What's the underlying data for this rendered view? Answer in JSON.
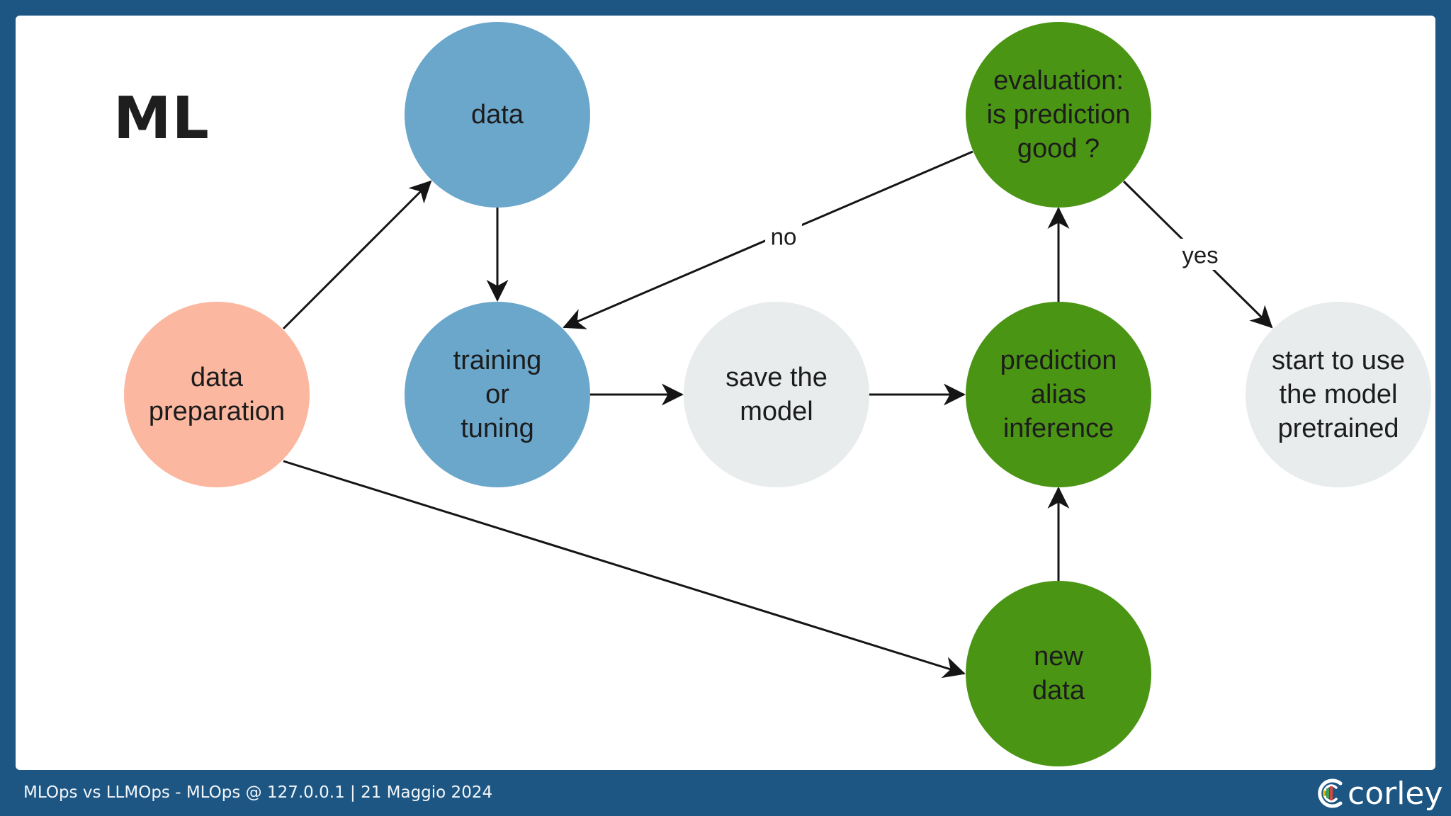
{
  "slide": {
    "title": "ML"
  },
  "colors": {
    "background": "#1d5683",
    "blue_node": "#6ba6cb",
    "salmon_node": "#fbb79f",
    "grey_node": "#e8eced",
    "green_node": "#4b9515",
    "edge": "#151515"
  },
  "diagram": {
    "nodes": [
      {
        "id": "data",
        "lines": [
          "data"
        ],
        "color": "blue_node"
      },
      {
        "id": "data_preparation",
        "lines": [
          "data",
          "preparation"
        ],
        "color": "salmon_node"
      },
      {
        "id": "training",
        "lines": [
          "training",
          "or",
          "tuning"
        ],
        "color": "blue_node"
      },
      {
        "id": "save_model",
        "lines": [
          "save the",
          "model"
        ],
        "color": "grey_node"
      },
      {
        "id": "prediction",
        "lines": [
          "prediction",
          "alias",
          "inference"
        ],
        "color": "green_node"
      },
      {
        "id": "evaluation",
        "lines": [
          "evaluation:",
          "is prediction",
          "good ?"
        ],
        "color": "green_node"
      },
      {
        "id": "start_use",
        "lines": [
          "start to use",
          "the model",
          "pretrained"
        ],
        "color": "grey_node"
      },
      {
        "id": "new_data",
        "lines": [
          "new",
          "data"
        ],
        "color": "green_node"
      }
    ],
    "edges": [
      {
        "from": "data_preparation",
        "to": "data",
        "label": ""
      },
      {
        "from": "data",
        "to": "training",
        "label": ""
      },
      {
        "from": "evaluation",
        "to": "training",
        "label": "no"
      },
      {
        "from": "evaluation",
        "to": "start_use",
        "label": "yes"
      },
      {
        "from": "training",
        "to": "save_model",
        "label": ""
      },
      {
        "from": "save_model",
        "to": "prediction",
        "label": ""
      },
      {
        "from": "prediction",
        "to": "evaluation",
        "label": ""
      },
      {
        "from": "new_data",
        "to": "prediction",
        "label": ""
      },
      {
        "from": "data_preparation",
        "to": "new_data",
        "label": ""
      }
    ]
  },
  "footer": {
    "text": "MLOps vs LLMOps - MLOps @ 127.0.0.1 | 21 Maggio 2024",
    "logo_text": "corley",
    "logo_icon": "corley-c-logo-icon"
  }
}
